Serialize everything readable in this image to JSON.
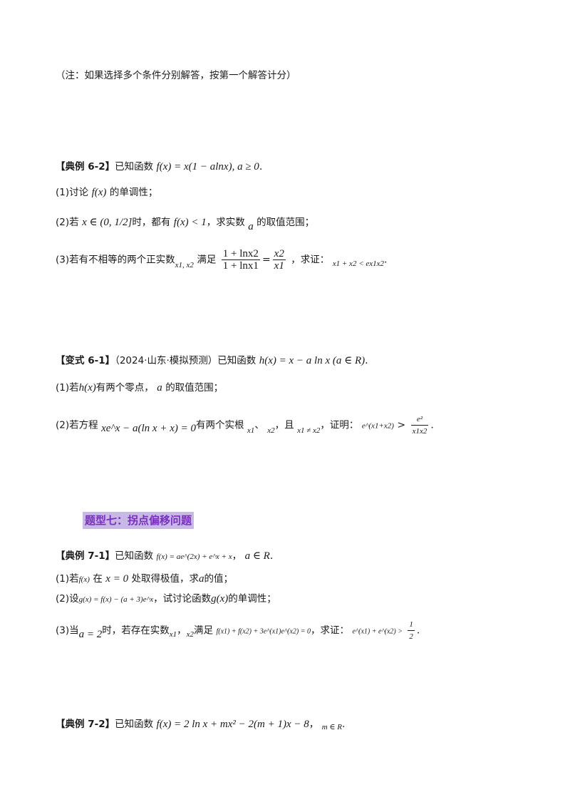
{
  "note": "（注：如果选择多个条件分别解答，按第一个解答计分）",
  "ex62": {
    "label": "【典例 6-2】",
    "lead": "已知函数",
    "func": "f(x) = x(1 − alnx), a ≥ 0",
    "q1_pre": "(1)讨论",
    "q1_func": "f(x)",
    "q1_post": "的单调性；",
    "q2_pre": "(2)若",
    "q2_cond": "x ∈ (0, 1/2]",
    "q2_mid": "时，都有",
    "q2_ineq": "f(x) < 1",
    "q2_mid2": "，求实数",
    "q2_var": "a",
    "q2_post": "的取值范围；",
    "q3_pre": "(3)若有不相等的两个正实数",
    "q3_vars": "x1, x2",
    "q3_mid": "满足",
    "q3_frac_num": "1 + lnx2",
    "q3_frac_den": "1 + lnx1",
    "q3_frac2_num": "x2",
    "q3_frac2_den": "x1",
    "q3_mid2": "，求证：",
    "q3_concl": "x1 + x2 < ex1x2"
  },
  "var61": {
    "label": "【变式 6-1】",
    "source": "（2024·山东·模拟预测）已知函数",
    "func": "h(x) = x − a ln x (a ∈ R)",
    "q1_pre": "(1)若",
    "q1_func": "h(x)",
    "q1_mid": "有两个零点，",
    "q1_var": "a",
    "q1_post": "的取值范围；",
    "q2_pre": "(2)若方程",
    "q2_eq": "xe^x − a(ln x + x) = 0",
    "q2_mid": "有两个实根",
    "q2_x1": "x1",
    "q2_sep": "、",
    "q2_x2": "x2",
    "q2_mid2": "，且",
    "q2_neq": "x1 ≠ x2",
    "q2_mid3": "，证明：",
    "q2_concl_lhs": "e^(x1+x2)",
    "q2_concl_num": "e²",
    "q2_concl_den": "x1x2"
  },
  "section7": {
    "title": "题型七：拐点偏移问题"
  },
  "ex71": {
    "label": "【典例 7-1】",
    "lead": "已知函数",
    "func": "f(x) = ae^(2x) + e^x + x",
    "mid": "，",
    "domain": "a ∈ R",
    "q1_pre": "(1)若",
    "q1_func": "f(x)",
    "q1_mid": "在",
    "q1_point": "x = 0",
    "q1_mid2": "处取得极值，求",
    "q1_var": "a",
    "q1_post": "的值；",
    "q2_pre": "(2)设",
    "q2_def": "g(x) = f(x) − (a + 3)e^x",
    "q2_mid": "，试讨论函数",
    "q2_func": "g(x)",
    "q2_post": "的单调性；",
    "q3_pre": "(3)当",
    "q3_cond": "a = 2",
    "q3_mid": "时，若存在实数",
    "q3_x1": "x1",
    "q3_sep": "，",
    "q3_x2": "x2",
    "q3_mid2": "满足",
    "q3_eq": "f(x1) + f(x2) + 3e^(x1)e^(x2) = 0",
    "q3_mid3": "，求证：",
    "q3_concl_lhs": "e^(x1) + e^(x2) >",
    "q3_frac_num": "1",
    "q3_frac_den": "2"
  },
  "ex72": {
    "label": "【典例 7-2】",
    "lead": "已知函数",
    "func": "f(x) = 2 ln x + mx² − 2(m + 1)x − 8",
    "mid": "，",
    "domain": "m ∈ R"
  }
}
